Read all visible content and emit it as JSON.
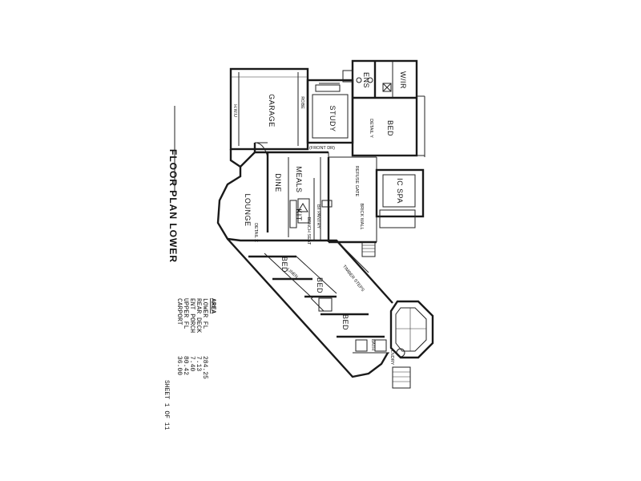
{
  "title": "FLOOR PLAN LOWER",
  "sheet": "SHEET 1 OF 11",
  "area": {
    "heading": "AREA",
    "rows": [
      {
        "label": "LOWER FL",
        "value": "284.25"
      },
      {
        "label": "REAR DECK",
        "value": "7.13"
      },
      {
        "label": "ENT PORCH",
        "value": "7.40"
      },
      {
        "label": "UPPER FL",
        "value": "80.42"
      },
      {
        "label": "CARPORT",
        "value": "36.00"
      }
    ]
  },
  "rooms": {
    "garage": "GARAGE",
    "study": "STUDY",
    "bed_main": "BED",
    "ens": "ENS",
    "wir": "W/IR",
    "dine": "DINE",
    "meals": "MEALS",
    "kit": "KIT",
    "lounge": "LOUNGE",
    "spa": "IC SPA",
    "bed_2": "BED",
    "bed_3": "BED",
    "bed_4": "BED",
    "bath": "BATH",
    "lndry": "LNDRY"
  },
  "notes": {
    "front_door": "(FRONT DR)",
    "detail_y": "DETAIL Y",
    "detail_x": "DETAIL X",
    "bi_pantry": "B/I PANTRY",
    "tiled_steps": "TIMBER STEPS",
    "brick_wall": "BRICK WALL",
    "refuse_gate": "REFUSE GATE",
    "bench_seat": "BENCH SEAT",
    "linen": "LINEN",
    "robe": "ROBE",
    "hwu": "H.W.U"
  },
  "colors": {
    "ink": "#1a1a1a",
    "paper": "#ffffff"
  }
}
